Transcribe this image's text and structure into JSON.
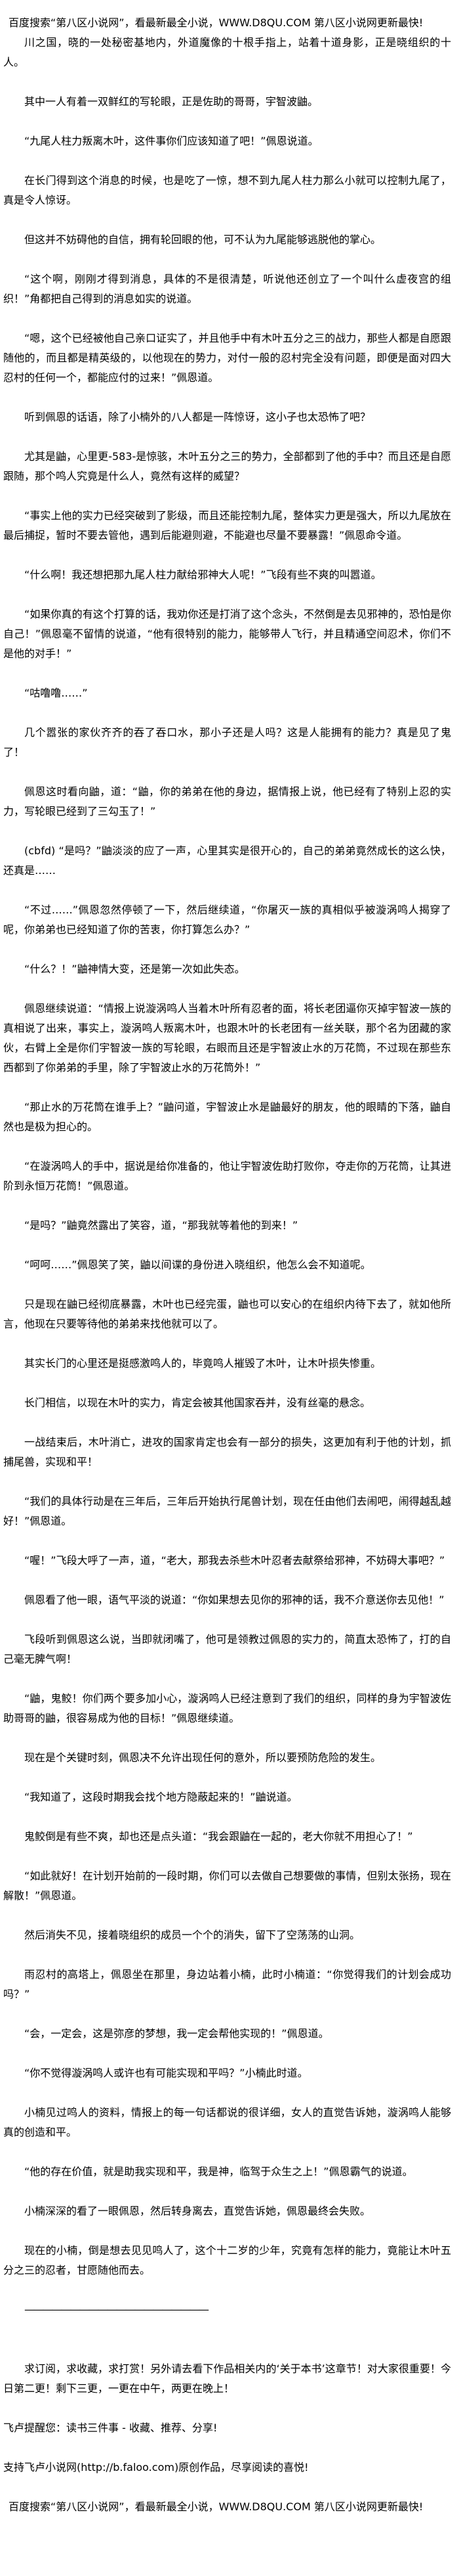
{
  "banner": "百度搜索“第八区小说网”，看最新最全小说，WWW.D8QU.COM   第八区小说网更新最快!",
  "paragraphs": [
    "川之国，晓的一处秘密基地内，外道魔像的十根手指上，站着十道身影，正是晓组织的十人。",
    "其中一人有着一双鲜红的写轮眼，正是佐助的哥哥，宇智波鼬。",
    "“九尾人柱力叛离木叶，这件事你们应该知道了吧！”佩恩说道。",
    "在长门得到这个消息的时候，也是吃了一惊，想不到九尾人柱力那么小就可以控制九尾了，真是令人惊讶。",
    "但这并不妨碍他的自信，拥有轮回眼的他，可不认为九尾能够逃脱他的掌心。",
    "“这个啊，刚刚才得到消息，具体的不是很清楚，听说他还创立了一个叫什么虚夜宫的组织！”角都把自己得到的消息如实的说道。",
    "“嗯，这个已经被他自己亲口证实了，并且他手中有木叶五分之三的战力，那些人都是自愿跟随他的，而且都是精英级的，以他现在的势力，对付一般的忍村完全没有问题，即便是面对四大忍村的任何一个，都能应付的过来！”佩恩道。",
    "听到佩恩的话语，除了小楠外的八人都是一阵惊讶，这小子也太恐怖了吧？",
    "尤其是鼬，心里更-583-是惊骇，木叶五分之三的势力，全部都到了他的手中？而且还是自愿跟随，那个鸣人究竟是什么人，竟然有这样的威望？",
    "“事实上他的实力已经突破到了影级，而且还能控制九尾，整体实力更是强大，所以九尾放在最后捕捉，暂时不要去管他，遇到后能避则避，不能避也尽量不要暴露！”佩恩命令道。",
    "“什么啊！我还想把那九尾人柱力献给邪神大人呢！”飞段有些不爽的叫嚣道。",
    "“如果你真的有这个打算的话，我劝你还是打消了这个念头，不然倒是去见邪神的，恐怕是你自己！”佩恩毫不留情的说道，“他有很特别的能力，能够带人飞行，并且精通空间忍术，你们不是他的对手！”",
    "“咕噜噜……”",
    "几个嚣张的家伙齐齐的吞了吞口水，那小子还是人吗？这是人能拥有的能力？真是见了鬼了！",
    "佩恩这时看向鼬，道：“鼬，你的弟弟在他的身边，据情报上说，他已经有了特别上忍的实力，写轮眼已经到了三勾玉了！”",
    "(cbfd) “是吗？”鼬淡淡的应了一声，心里其实是很开心的，自己的弟弟竟然成长的这么快，还真是……",
    "“不过……”佩恩忽然停顿了一下，然后继续道，“你屠灭一族的真相似乎被漩涡鸣人揭穿了呢，你弟弟也已经知道了你的苦衷，你打算怎么办？”",
    "“什么？！”鼬神情大变，还是第一次如此失态。",
    "佩恩继续说道：“情报上说漩涡鸣人当着木叶所有忍者的面，将长老团逼你灭掉宇智波一族的真相说了出来，事实上，漩涡鸣人叛离木叶，也跟木叶的长老团有一丝关联，那个名为团藏的家伙，右臂上全是你们宇智波一族的写轮眼，右眼而且还是宇智波止水的万花筒，不过现在那些东西都到了你弟弟的手里，除了宇智波止水的万花筒外！”",
    "“那止水的万花筒在谁手上？”鼬问道，宇智波止水是鼬最好的朋友，他的眼睛的下落，鼬自然也是极为担心的。",
    "“在漩涡鸣人的手中，据说是给你准备的，他让宇智波佐助打败你，夺走你的万花筒，让其进阶到永恒万花筒！”佩恩道。",
    "“是吗？”鼬竟然露出了笑容，道，“那我就等着他的到来！”",
    "“呵呵……”佩恩笑了笑，鼬以间谍的身份进入晓组织，他怎么会不知道呢。",
    "只是现在鼬已经彻底暴露，木叶也已经完蛋，鼬也可以安心的在组织内待下去了，就如他所言，他现在只要等待他的弟弟来找他就可以了。",
    "其实长门的心里还是挺感激鸣人的，毕竟鸣人摧毁了木叶，让木叶损失惨重。",
    "长门相信，以现在木叶的实力，肯定会被其他国家吞并，没有丝毫的悬念。",
    "一战结束后，木叶消亡，进攻的国家肯定也会有一部分的损失，这更加有利于他的计划，抓捕尾兽，实现和平！",
    "“我们的具体行动是在三年后，三年后开始执行尾兽计划，现在任由他们去闹吧，闹得越乱越好！”佩恩道。",
    "“喔！”飞段大呼了一声，道，“老大，那我去杀些木叶忍者去献祭给邪神，不妨碍大事吧？”",
    "佩恩看了他一眼，语气平淡的说道：“你如果想去见你的邪神的话，我不介意送你去见他！”",
    "飞段听到佩恩这么说，当即就闭嘴了，他可是领教过佩恩的实力的，简直太恐怖了，打的自己毫无脾气啊！",
    "“鼬，鬼鲛！你们两个要多加小心，漩涡鸣人已经注意到了我们的组织，同样的身为宇智波佐助哥哥的鼬，很容易成为他的目标！”佩恩继续道。",
    "现在是个关键时刻，佩恩决不允许出现任何的意外，所以要预防危险的发生。",
    "“我知道了，这段时期我会找个地方隐蔽起来的！”鼬说道。",
    "鬼鲛倒是有些不爽，却也还是点头道：“我会跟鼬在一起的，老大你就不用担心了！”",
    "“如此就好！在计划开始前的一段时期，你们可以去做自己想要做的事情，但别太张扬，现在解散！”佩恩道。",
    "然后消失不见，接着晓组织的成员一个个的消失，留下了空荡荡的山洞。",
    "雨忍村的高塔上，佩恩坐在那里，身边站着小楠，此时小楠道：“你觉得我们的计划会成功吗？”",
    "“会，一定会，这是弥彦的梦想，我一定会帮他实现的！”佩恩道。",
    "“你不觉得漩涡鸣人或许也有可能实现和平吗？”小楠此时道。",
    "小楠见过鸣人的资料，情报上的每一句话都说的很详细，女人的直觉告诉她，漩涡鸣人能够真的创造和平。",
    "“他的存在价值，就是助我实现和平，我是神，临驾于众生之上！”佩恩霸气的说道。",
    "小楠深深的看了一眼佩恩，然后转身离去，直觉告诉她，佩恩最终会失败。",
    "现在的小楠，倒是想去见见鸣人了，这个十二岁的少年，究竟有怎样的能力，竟能让木叶五分之三的忍者，甘愿随他而去。"
  ],
  "divider": "————————————————————",
  "author_note": "求订阅，求收藏，求打赏！另外请去看下作品相关内的‘关于本书’这章节！对大家很重要！今日第二更！剩下三更，一更在中午，两更在晚上！",
  "reminder": "飞卢提醒您：读书三件事 - 收藏、推荐、分享!",
  "support": "支持飞卢小说网(http://b.faloo.com)原创作品，尽享阅读的喜悦!",
  "bottom_banner": "百度搜索“第八区小说网”，看最新最全小说，WWW.D8QU.COM   第八区小说网更新最快!"
}
